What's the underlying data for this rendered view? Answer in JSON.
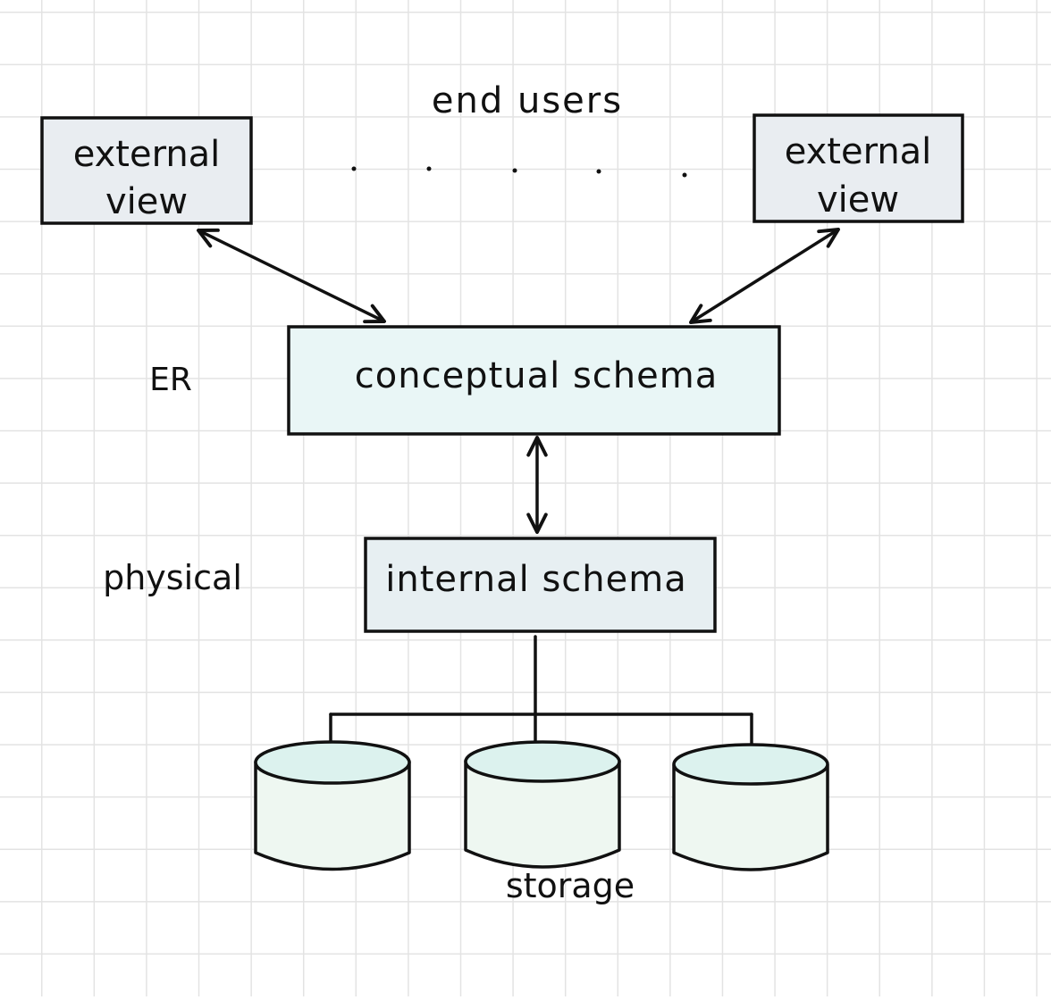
{
  "labels": {
    "end_users": "end users",
    "external_view_left_line1": "external",
    "external_view_left_line2": "view",
    "external_view_right_line1": "external",
    "external_view_right_line2": "view",
    "conceptual_schema": "conceptual schema",
    "internal_schema": "internal schema",
    "level_conceptual": "ER",
    "level_internal": "physical",
    "storage": "storage"
  },
  "colors": {
    "external_view_fill": "#e9edf1",
    "conceptual_fill": "#e9f6f6",
    "internal_fill": "#e7eff2",
    "cylinder_top": "#dcf2ee",
    "cylinder_body": "#eef7f1",
    "ink": "#111111",
    "grid": "#e3e3e3"
  }
}
